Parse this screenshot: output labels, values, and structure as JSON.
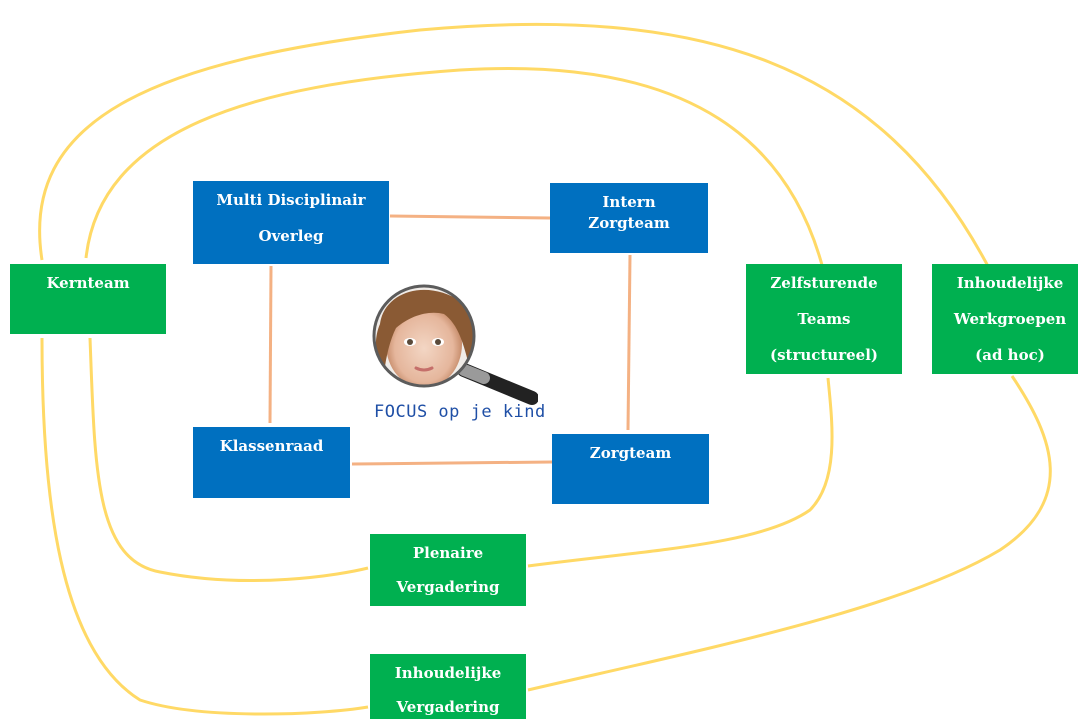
{
  "colors": {
    "blue": "#0070c0",
    "green": "#00b050",
    "outer_links": "#ffd966",
    "inner_links": "#f4b183"
  },
  "nodes": {
    "mdo": [
      "Multi Disciplinair",
      "Overleg"
    ],
    "intern": [
      "Intern",
      "Zorgteam"
    ],
    "klassenraad": [
      "Klassenraad"
    ],
    "zorgteam": [
      "Zorgteam"
    ],
    "kernteam": [
      "Kernteam"
    ],
    "zelfsturende": [
      "Zelfsturende",
      "Teams",
      "(structureel)"
    ],
    "werkgroepen": [
      "Inhoudelijke",
      "Werkgroepen",
      "(ad hoc)"
    ],
    "plenaire": [
      "Plenaire",
      "Vergadering"
    ],
    "inh_vergadering": [
      "Inhoudelijke",
      "Vergadering"
    ]
  },
  "center": {
    "caption": "FOCUS op je kind",
    "icon": "child-magnifier-icon"
  }
}
